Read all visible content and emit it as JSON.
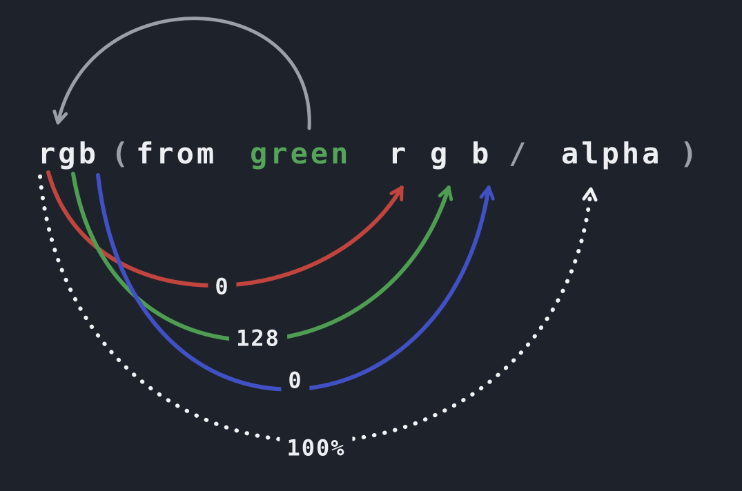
{
  "diagram": {
    "colors": {
      "background": "#1e232b",
      "text": "#edeff2",
      "punctuation": "#9aa0a6",
      "origin_green_text": "#55a45a",
      "arrow_gray": "#9aa0a6",
      "arrow_red": "#c1443e",
      "arrow_green": "#4f9d53",
      "arrow_blue": "#4150c4",
      "arrow_white": "#f1f3f4"
    },
    "syntax": {
      "fn": "rgb",
      "open_paren": "(",
      "from_keyword": "from",
      "origin_color": "green",
      "channel_r": "r",
      "channel_g": "g",
      "channel_b": "b",
      "slash": "/",
      "alpha_keyword": "alpha",
      "close_paren": ")"
    },
    "values": {
      "r": "0",
      "g": "128",
      "b": "0",
      "alpha": "100%"
    }
  }
}
